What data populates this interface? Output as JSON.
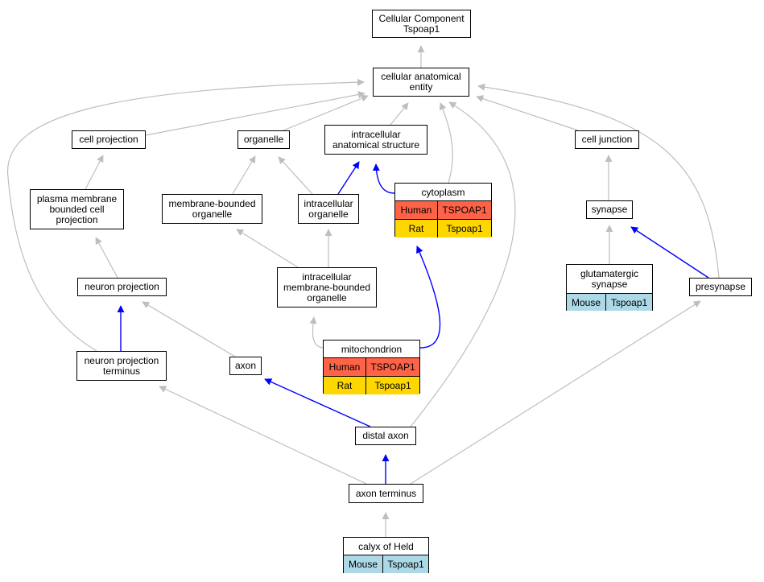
{
  "colors": {
    "edge_default": "#bebebe",
    "edge_highlight": "#0000ff",
    "human": "#ff6347",
    "rat": "#ffd700",
    "mouse": "#add8e6"
  },
  "nodes": {
    "root": "Cellular Component\nTspoap1",
    "cae": "cellular anatomical\nentity",
    "cellproj": "cell projection",
    "organelle": "organelle",
    "ias": "intracellular\nanatomical structure",
    "celljunction": "cell junction",
    "pmbcp": "plasma membrane\nbounded cell\nprojection",
    "mbo": "membrane-bounded\norganelle",
    "io": "intracellular\norganelle",
    "synapse": "synapse",
    "neuronproj": "neuron projection",
    "imbo": "intracellular\nmembrane-bounded\norganelle",
    "presynapse": "presynapse",
    "npt": "neuron projection\nterminus",
    "axon": "axon",
    "distalaxon": "distal axon",
    "axonterminus": "axon terminus"
  },
  "gene_nodes": {
    "cytoplasm": {
      "title": "cytoplasm",
      "rows": [
        [
          "Human",
          "TSPOAP1"
        ],
        [
          "Rat",
          "Tspoap1"
        ]
      ]
    },
    "mitochondrion": {
      "title": "mitochondrion",
      "rows": [
        [
          "Human",
          "TSPOAP1"
        ],
        [
          "Rat",
          "Tspoap1"
        ]
      ]
    },
    "glut": {
      "title": "glutamatergic\nsynapse",
      "rows": [
        [
          "Mouse",
          "Tspoap1"
        ]
      ]
    },
    "calyx": {
      "title": "calyx of Held",
      "rows": [
        [
          "Mouse",
          "Tspoap1"
        ]
      ]
    }
  },
  "edges": [
    {
      "from": "cae",
      "to": "root",
      "highlight": false
    },
    {
      "from": "cellproj",
      "to": "cae",
      "highlight": false
    },
    {
      "from": "organelle",
      "to": "cae",
      "highlight": false
    },
    {
      "from": "ias",
      "to": "cae",
      "highlight": false
    },
    {
      "from": "cytoplasm",
      "to": "cae",
      "highlight": false
    },
    {
      "from": "distalaxon",
      "to": "cae",
      "highlight": false
    },
    {
      "from": "celljunction",
      "to": "cae",
      "highlight": false
    },
    {
      "from": "presynapse",
      "to": "cae",
      "highlight": false
    },
    {
      "from": "npt",
      "to": "cae",
      "highlight": false
    },
    {
      "from": "pmbcp",
      "to": "cellproj",
      "highlight": false
    },
    {
      "from": "mbo",
      "to": "organelle",
      "highlight": false
    },
    {
      "from": "io",
      "to": "organelle",
      "highlight": false
    },
    {
      "from": "io",
      "to": "ias",
      "highlight": true
    },
    {
      "from": "cytoplasm",
      "to": "ias",
      "highlight": true
    },
    {
      "from": "synapse",
      "to": "celljunction",
      "highlight": false
    },
    {
      "from": "neuronproj",
      "to": "pmbcp",
      "highlight": false
    },
    {
      "from": "imbo",
      "to": "mbo",
      "highlight": false
    },
    {
      "from": "imbo",
      "to": "io",
      "highlight": false
    },
    {
      "from": "mitochondrion",
      "to": "cytoplasm",
      "highlight": true
    },
    {
      "from": "glut",
      "to": "synapse",
      "highlight": false
    },
    {
      "from": "presynapse",
      "to": "synapse",
      "highlight": true
    },
    {
      "from": "mitochondrion",
      "to": "imbo",
      "highlight": false
    },
    {
      "from": "npt",
      "to": "neuronproj",
      "highlight": true
    },
    {
      "from": "axon",
      "to": "neuronproj",
      "highlight": false
    },
    {
      "from": "distalaxon",
      "to": "axon",
      "highlight": true
    },
    {
      "from": "axonterminus",
      "to": "distalaxon",
      "highlight": true
    },
    {
      "from": "axonterminus",
      "to": "npt",
      "highlight": false
    },
    {
      "from": "axonterminus",
      "to": "presynapse",
      "highlight": false
    },
    {
      "from": "calyx",
      "to": "axonterminus",
      "highlight": false
    }
  ]
}
